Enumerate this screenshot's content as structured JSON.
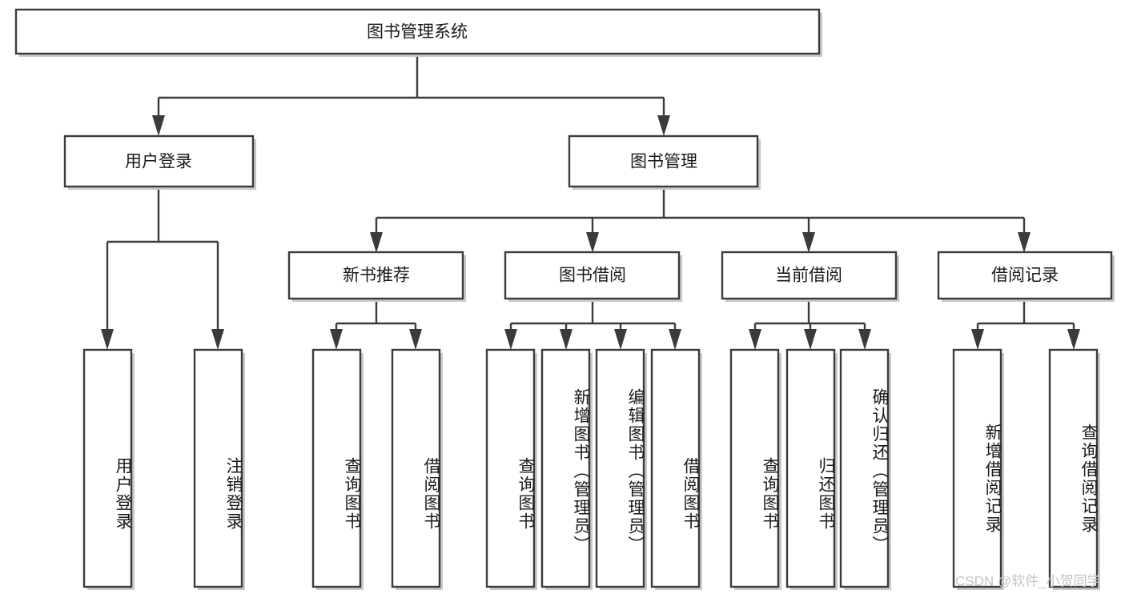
{
  "diagram": {
    "title": "图书管理系统",
    "type": "tree-hierarchy",
    "orientation": "top-down",
    "colors": {
      "box_border": "#3b3b3b",
      "box_fill": "#ffffff",
      "connector": "#3b3b3b",
      "text": "#1a1a1a",
      "watermark": "#c4c4c4",
      "background": "#ffffff"
    },
    "root": {
      "label": "图书管理系统"
    },
    "level2": [
      {
        "label": "用户登录"
      },
      {
        "label": "图书管理"
      }
    ],
    "level3": [
      {
        "label": "新书推荐"
      },
      {
        "label": "图书借阅"
      },
      {
        "label": "当前借阅"
      },
      {
        "label": "借阅记录"
      }
    ],
    "leaves": {
      "user_login": [
        {
          "label": "用户登录"
        },
        {
          "label": "注销登录"
        }
      ],
      "new_book_recommend": [
        {
          "label": "查询图书"
        },
        {
          "label": "借阅图书"
        }
      ],
      "book_borrow": [
        {
          "label": "查询图书"
        },
        {
          "label": "新增图书（管理员）"
        },
        {
          "label": "编辑图书（管理员）"
        },
        {
          "label": "借阅图书"
        }
      ],
      "current_borrow": [
        {
          "label": "查询图书"
        },
        {
          "label": "归还图书"
        },
        {
          "label": "确认归还（管理员）"
        }
      ],
      "borrow_records": [
        {
          "label": "新增借阅记录"
        },
        {
          "label": "查询借阅记录"
        }
      ]
    },
    "watermark": "CSDN @软件_小贺同学"
  }
}
